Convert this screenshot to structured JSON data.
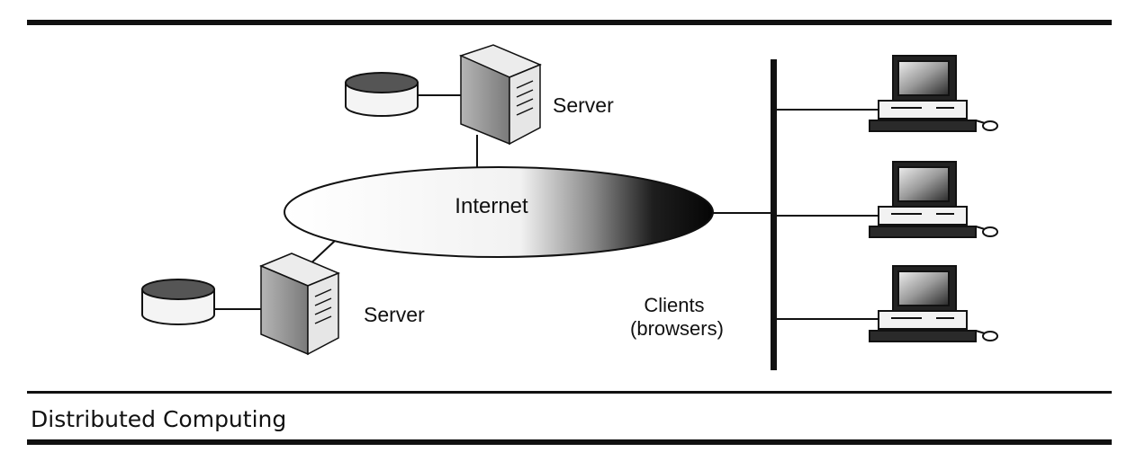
{
  "diagram": {
    "nodes": {
      "server_top": {
        "label": "Server"
      },
      "server_bottom": {
        "label": "Server"
      },
      "internet": {
        "label": "Internet"
      },
      "clients": {
        "label_line1": "Clients",
        "label_line2": "(browsers)"
      }
    },
    "caption": "Distributed Computing"
  },
  "colors": {
    "ink": "#111111",
    "paper": "#ffffff"
  }
}
